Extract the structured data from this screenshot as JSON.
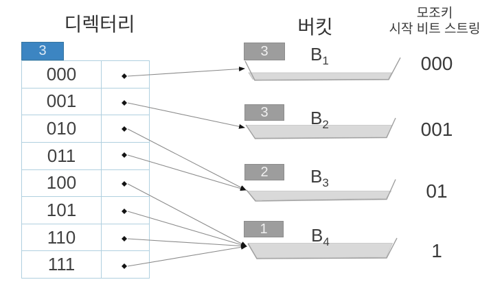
{
  "header": {
    "directory_title": "디렉터리",
    "bucket_title": "버킷",
    "key_column_title_line1": "모조키",
    "key_column_title_line2": "시작 비트 스트링"
  },
  "directory": {
    "global_depth": "3",
    "rows": [
      {
        "label": "000"
      },
      {
        "label": "001"
      },
      {
        "label": "010"
      },
      {
        "label": "011"
      },
      {
        "label": "100"
      },
      {
        "label": "101"
      },
      {
        "label": "110"
      },
      {
        "label": "111"
      }
    ]
  },
  "buckets": [
    {
      "name_base": "B",
      "name_sub": "1",
      "local_depth": "3",
      "start_bits": "000",
      "fill_level": "low"
    },
    {
      "name_base": "B",
      "name_sub": "2",
      "local_depth": "3",
      "start_bits": "001",
      "fill_level": "full"
    },
    {
      "name_base": "B",
      "name_sub": "3",
      "local_depth": "2",
      "start_bits": "01",
      "fill_level": "low"
    },
    {
      "name_base": "B",
      "name_sub": "4",
      "local_depth": "1",
      "start_bits": "1",
      "fill_level": "full"
    }
  ],
  "connections": [
    {
      "from_row": 0,
      "to_bucket": 0
    },
    {
      "from_row": 1,
      "to_bucket": 1
    },
    {
      "from_row": 2,
      "to_bucket": 2
    },
    {
      "from_row": 3,
      "to_bucket": 2
    },
    {
      "from_row": 4,
      "to_bucket": 3
    },
    {
      "from_row": 5,
      "to_bucket": 3
    },
    {
      "from_row": 6,
      "to_bucket": 3
    },
    {
      "from_row": 7,
      "to_bucket": 3
    }
  ],
  "colors": {
    "global_depth_box": "#3c85c2",
    "local_depth_badge": "#9d9d9d",
    "bucket_fill": "#d9d9d9",
    "table_border": "#afcfdf",
    "arrow_line": "#8a8a8a",
    "arrow_head": "#141414"
  }
}
